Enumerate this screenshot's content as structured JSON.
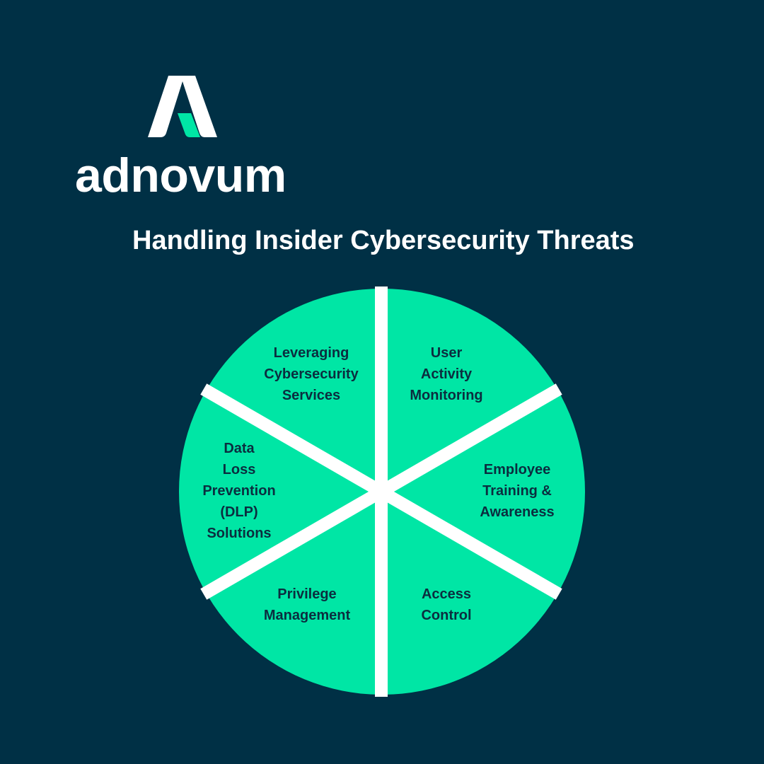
{
  "brand": {
    "name": "adnovum",
    "logo_icon": "adnovum-a-logo-icon",
    "colors": {
      "background": "#003045",
      "accent": "#00E6A5",
      "divider": "#FFFFFF",
      "label_text": "#0B2D3F",
      "title_text": "#FFFFFF"
    }
  },
  "title": "Handling Insider Cybersecurity Threats",
  "wheel": {
    "segments": [
      {
        "label": "User\nActivity\nMonitoring"
      },
      {
        "label": "Employee\nTraining &\nAwareness"
      },
      {
        "label": "Access\nControl"
      },
      {
        "label": "Privilege\nManagement"
      },
      {
        "label": "Data\nLoss\nPrevention\n(DLP)\nSolutions"
      },
      {
        "label": "Leveraging\nCybersecurity\nServices"
      }
    ]
  }
}
